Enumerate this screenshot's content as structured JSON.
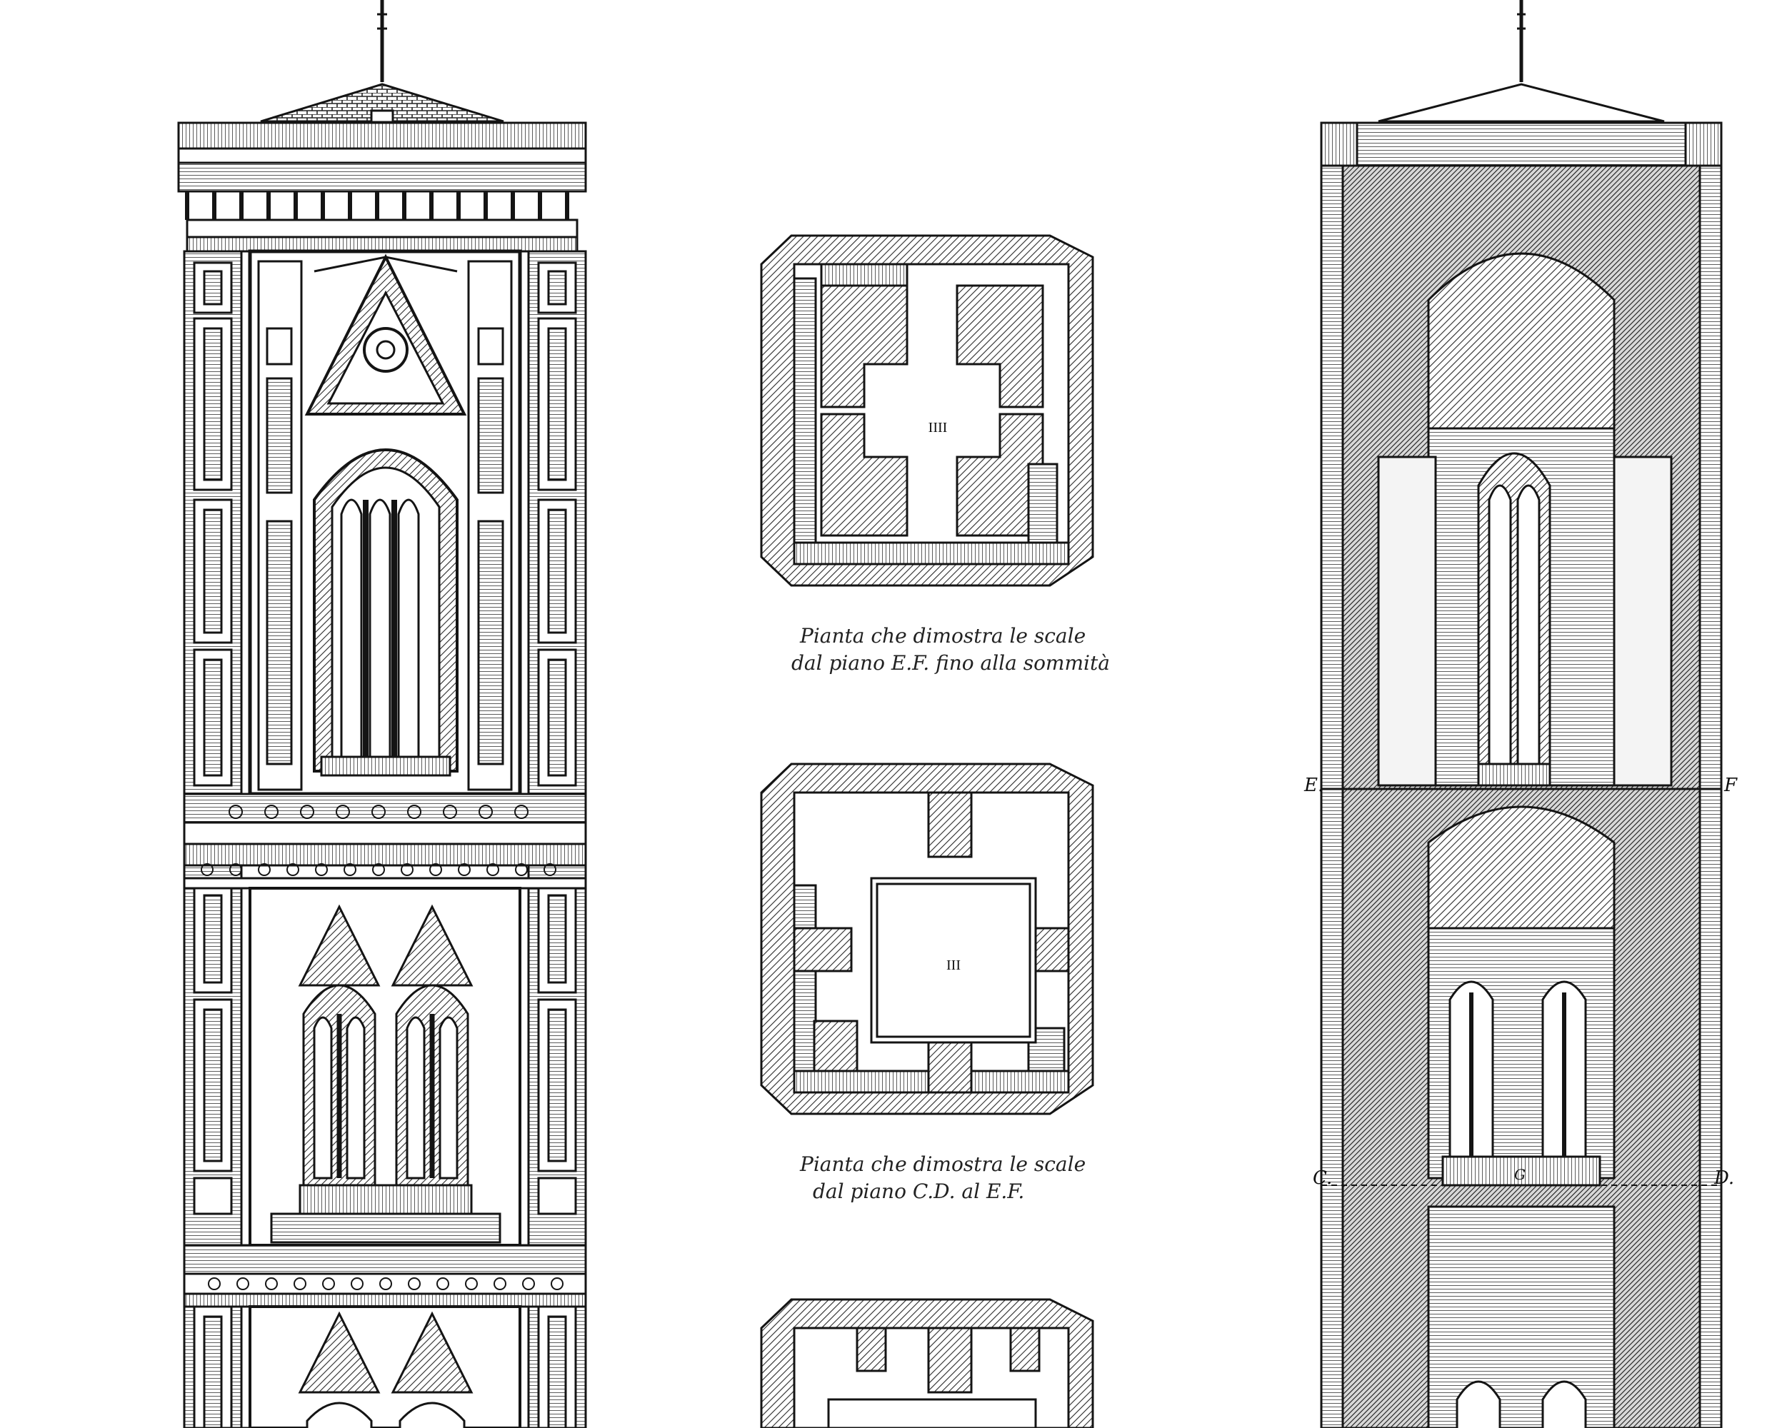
{
  "plans": {
    "plan_4": {
      "numeral": "IIII",
      "caption_line1": "Pianta che dimostra le scale",
      "caption_line2": "dal piano E.F. fino alla sommità"
    },
    "plan_3": {
      "numeral": "III",
      "caption_line1": "Pianta che dimostra le scale",
      "caption_line2": "dal piano C.D. al E.F."
    }
  },
  "section_labels": {
    "e": "E.",
    "f": "F",
    "c": "C.",
    "d": "D.",
    "g": "G"
  },
  "colors": {
    "ink": "#141414",
    "paper": "#ffffff",
    "hatch": "#3a3a3a"
  }
}
